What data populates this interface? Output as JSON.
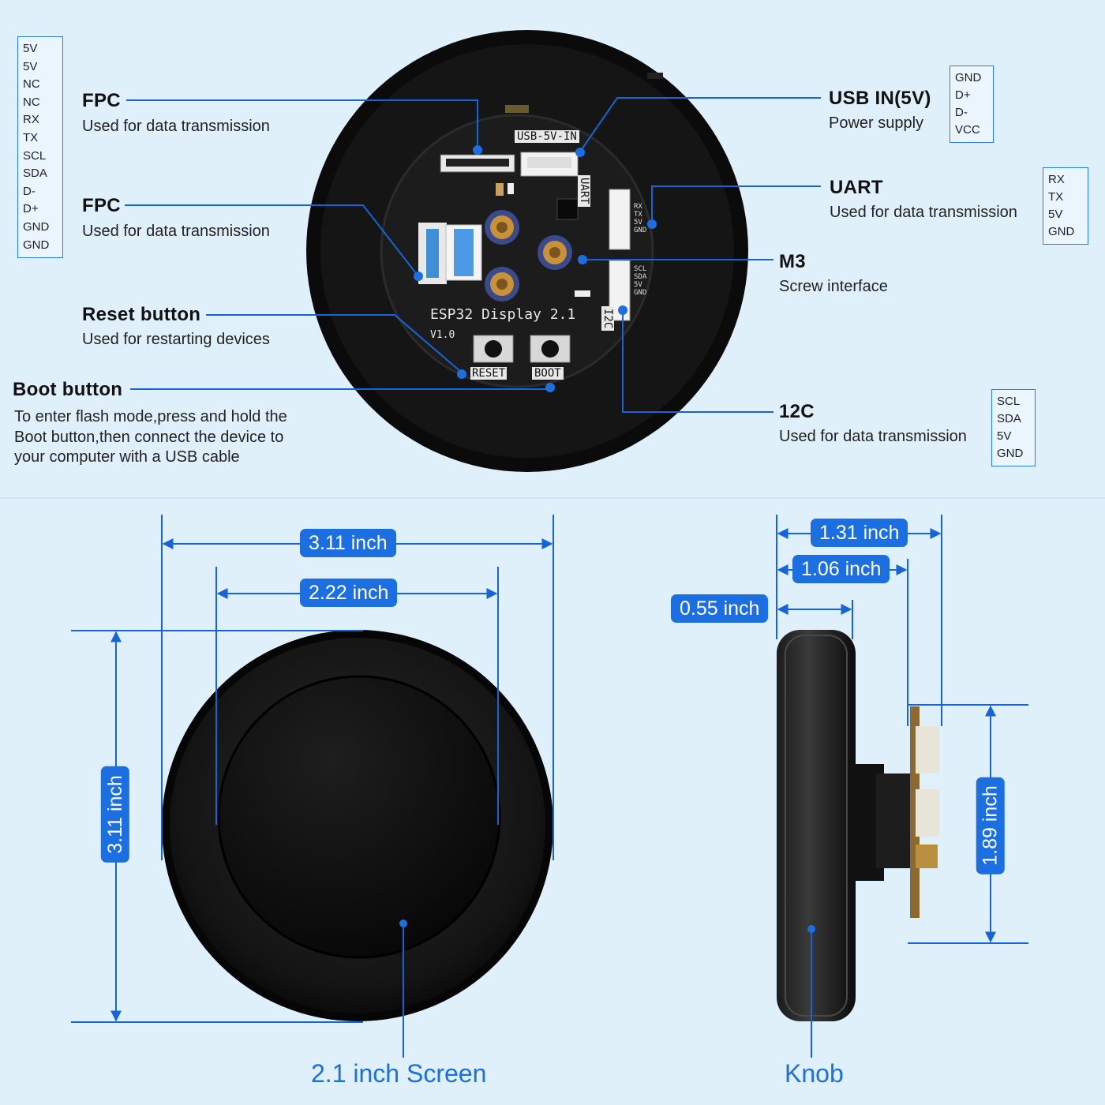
{
  "colors": {
    "accent": "#1c6fe0",
    "line": "#1565d8",
    "background": "#dff0fb",
    "device": "#111111",
    "pcb": "#1a1a1a"
  },
  "pins_left": [
    "5V",
    "5V",
    "NC",
    "NC",
    "RX",
    "TX",
    "SCL",
    "SDA",
    "D-",
    "D+",
    "GND",
    "GND"
  ],
  "pins_usb": [
    "GND",
    "D+",
    "D-",
    "VCC"
  ],
  "pins_uart": [
    "RX",
    "TX",
    "5V",
    "GND"
  ],
  "pins_i2c": [
    "SCL",
    "SDA",
    "5V",
    "GND"
  ],
  "callouts": {
    "fpc1": {
      "title": "FPC",
      "desc": "Used for data transmission"
    },
    "fpc2": {
      "title": "FPC",
      "desc": "Used for data transmission"
    },
    "reset": {
      "title": "Reset button",
      "desc": "Used for restarting devices"
    },
    "boot": {
      "title": "Boot button",
      "desc": "To enter flash mode,press and hold the Boot button,then connect the device to your computer with a USB cable"
    },
    "usb": {
      "title": "USB IN(5V)",
      "desc": "Power supply"
    },
    "uart": {
      "title": "UART",
      "desc": "Used for data transmission"
    },
    "m3": {
      "title": "M3",
      "desc": "Screw interface"
    },
    "i2c": {
      "title": "12C",
      "desc": "Used for data transmission"
    }
  },
  "board": {
    "name": "ESP32 Display 2.1",
    "version": "V1.0",
    "label_usb": "USB-5V-IN",
    "label_uart": "UART",
    "label_i2c": "I2C",
    "label_reset": "RESET",
    "label_boot": "BOOT",
    "uart_pins": [
      "RX",
      "TX",
      "5V",
      "GND"
    ],
    "i2c_pins": [
      "SCL",
      "SDA",
      "5V",
      "GND"
    ]
  },
  "dimensions": {
    "outer_width": "3.11 inch",
    "screen_width": "2.22 inch",
    "height": "3.11 inch",
    "depth_total": "1.31 inch",
    "depth_body": "1.06 inch",
    "depth_knob": "0.55 inch",
    "board_height": "1.89 inch"
  },
  "captions": {
    "screen": "2.1 inch Screen",
    "knob": "Knob"
  }
}
